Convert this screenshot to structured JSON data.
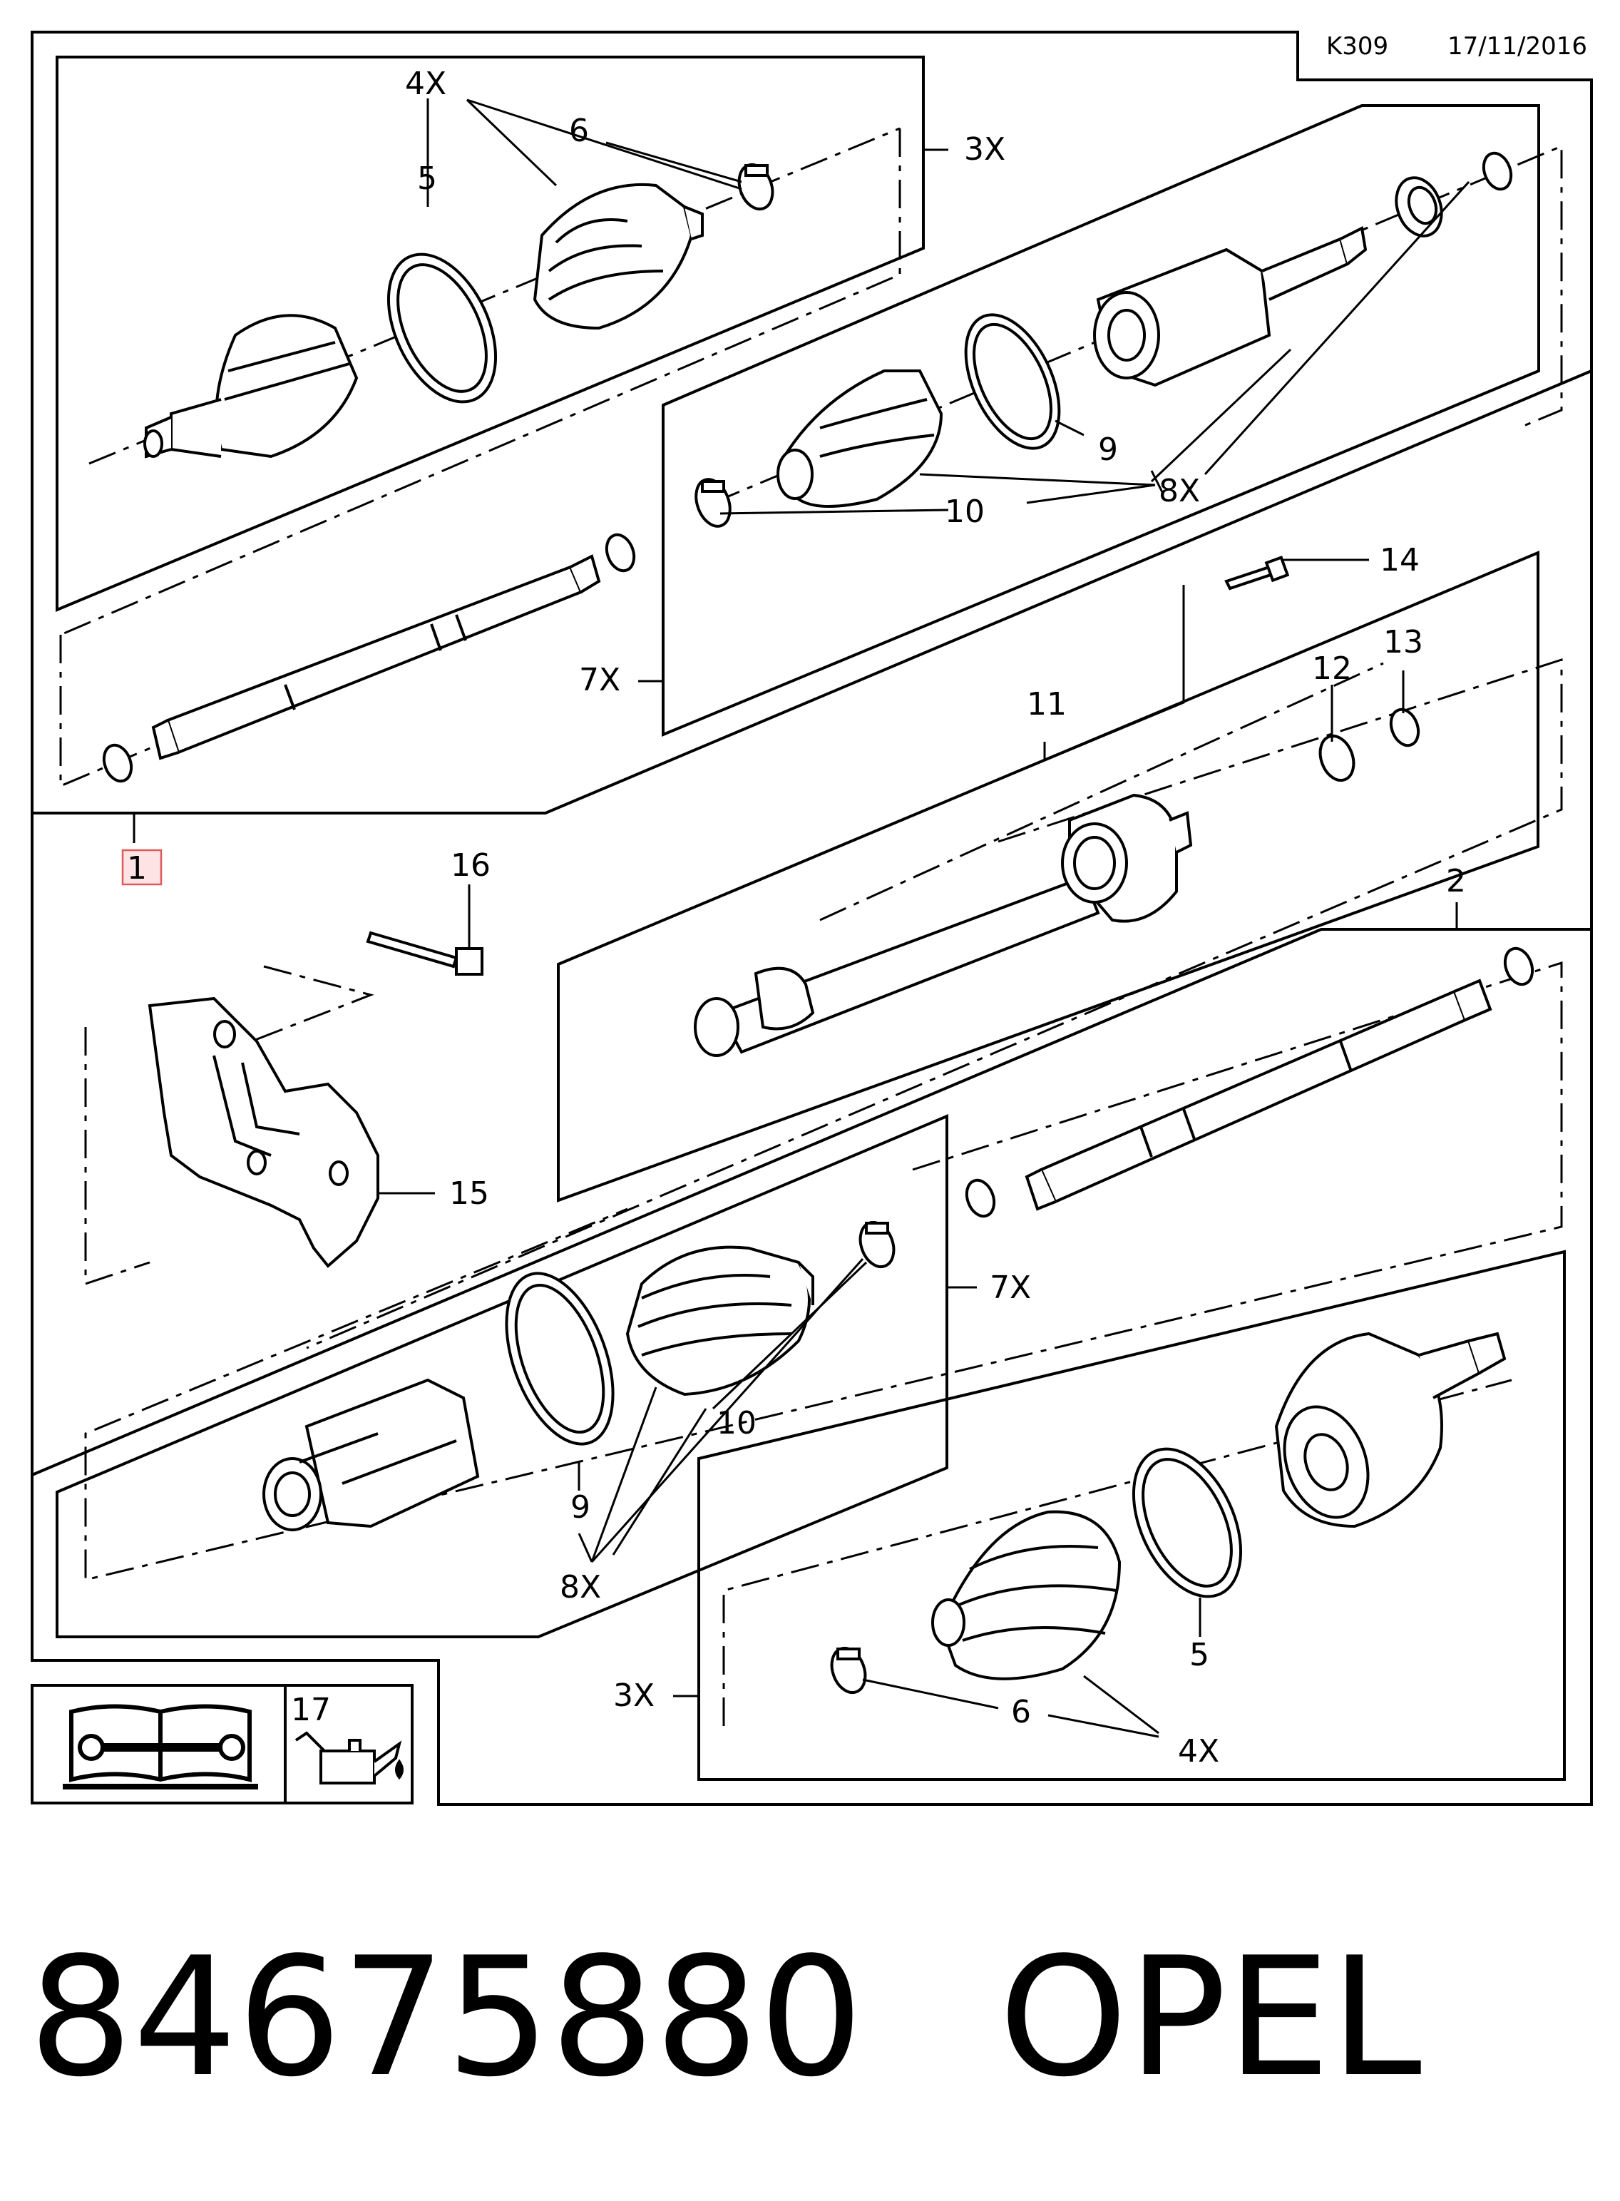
{
  "header": {
    "code": "K309",
    "date": "17/11/2016"
  },
  "callouts": {
    "c1": "1",
    "c2": "2",
    "c3x_top": "3X",
    "c3x_bottom": "3X",
    "c4x_top": "4X",
    "c4x_bottom": "4X",
    "c5_top": "5",
    "c5_bottom": "5",
    "c6_top": "6",
    "c6_bottom": "6",
    "c7x_top": "7X",
    "c7x_bottom": "7X",
    "c8x_top": "8X",
    "c8x_bottom": "8X",
    "c9_top": "9",
    "c9_bottom": "9",
    "c10_top": "10",
    "c10_bottom": "10",
    "c11": "11",
    "c12": "12",
    "c13": "13",
    "c14": "14",
    "c15": "15",
    "c16": "16",
    "c17": "17"
  },
  "footer": {
    "part_number": "84675880",
    "brand": "OPEL"
  },
  "icons": {
    "manual": "repair-manual-icon",
    "oil": "oil-can-icon"
  },
  "colors": {
    "highlight": "#e05a5a",
    "highlight_fill": "#fde3e3",
    "ink": "#000000"
  }
}
